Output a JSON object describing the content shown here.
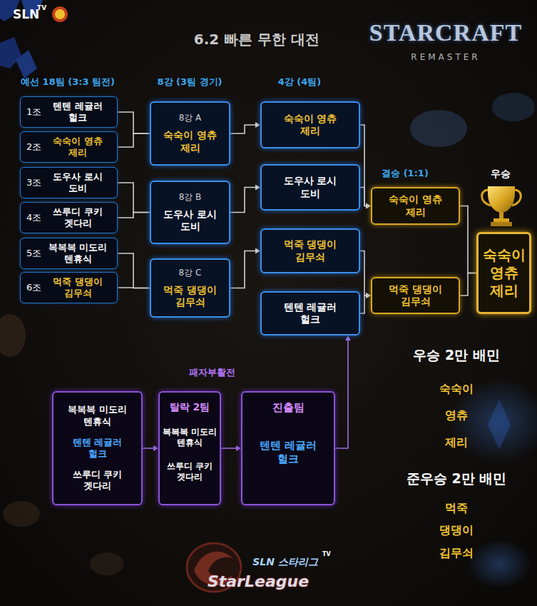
{
  "diagram": {
    "title": "6.2 빠른 무한 대전",
    "nodes": [
      {
        "text": [
          "1조",
          "텐텐 레귤러 헐크"
        ]
      },
      {
        "text": [
          "2조",
          "숙숙이 영츄 제리"
        ]
      },
      {
        "text": [
          "3조",
          "도우사 로시 도비"
        ]
      },
      {
        "text": [
          "4조",
          "쓰루디 쿠키 겟다리"
        ]
      },
      {
        "text": [
          "5조",
          "복복복 미도리 텐휴식"
        ]
      },
      {
        "text": [
          "6조",
          "먹죽 댕댕이 김무쇠"
        ]
      },
      {
        "text": [
          "8강 A",
          "숙숙이 영츄 제리"
        ]
      },
      {
        "text": [
          "8강 B",
          "도우사 로시 도비"
        ]
      },
      {
        "text": [
          "8강 C",
          "먹죽 댕댕이 김무쇠"
        ]
      },
      {
        "text": [
          "숙숙이 영츄 제리"
        ]
      },
      {
        "text": [
          "도우사 로시 도비"
        ]
      },
      {
        "text": [
          "먹죽 댕댕이 김무쇠"
        ]
      },
      {
        "text": [
          "텐텐 레귤러 헐크"
        ]
      },
      {
        "text": [
          "숙숙이 영츄 제리"
        ]
      },
      {
        "text": [
          "먹죽 댕댕이 김무쇠"
        ]
      },
      {
        "text": [
          "숙숙이 영츄 제리"
        ]
      },
      {
        "text": [
          "복복복 미도리 텐휴식",
          "텐텐 레귤러 헐크",
          "쓰루디 쿠키 겟다리"
        ]
      },
      {
        "text": [
          "탈락 2팀",
          "복복복 미도리 텐휴식",
          "쓰루디 쿠키 겟다리"
        ]
      },
      {
        "text": [
          "진출팀",
          "텐텐 레귤러 헐크"
        ]
      }
    ],
    "edges": [
      {
        "from": 0,
        "to": 6,
        "arrow": "none"
      },
      {
        "from": 1,
        "to": 6,
        "arrow": "none"
      },
      {
        "from": 2,
        "to": 7,
        "arrow": "none"
      },
      {
        "from": 3,
        "to": 7,
        "arrow": "none"
      },
      {
        "from": 4,
        "to": 8,
        "arrow": "none"
      },
      {
        "from": 5,
        "to": 8,
        "arrow": "none"
      },
      {
        "from": 6,
        "to": 9,
        "arrow": "to"
      },
      {
        "from": 7,
        "to": 10,
        "arrow": "to"
      },
      {
        "from": 8,
        "to": 11,
        "arrow": "to"
      },
      {
        "from": 9,
        "to": 13,
        "arrow": "to"
      },
      {
        "from": 10,
        "to": 13,
        "arrow": "to"
      },
      {
        "from": 11,
        "to": 14,
        "arrow": "to"
      },
      {
        "from": 12,
        "to": 14,
        "arrow": "to"
      },
      {
        "from": 13,
        "to": 15,
        "arrow": "none"
      },
      {
        "from": 14,
        "to": 15,
        "arrow": "none"
      },
      {
        "from": 16,
        "to": 17,
        "arrow": "to"
      },
      {
        "from": 17,
        "to": 18,
        "arrow": "to"
      },
      {
        "from": 18,
        "to": 12,
        "arrow": "to"
      }
    ],
    "labels": [
      "SLN",
      "TV",
      "STARCRAFT",
      "REMASTER",
      "예선 18팀 (3:3 팀전)",
      "8강 (3팀 경기)",
      "4강 (4팀)",
      "결승 (1:1)",
      "우승",
      "패자부활전",
      "우승 2만 배민",
      "숙숙이",
      "영츄",
      "제리",
      "준우승 2만 배민",
      "먹죽",
      "댕댕이",
      "김무쇠",
      "SLN 스타리그",
      "TV",
      "StarLeague"
    ]
  }
}
